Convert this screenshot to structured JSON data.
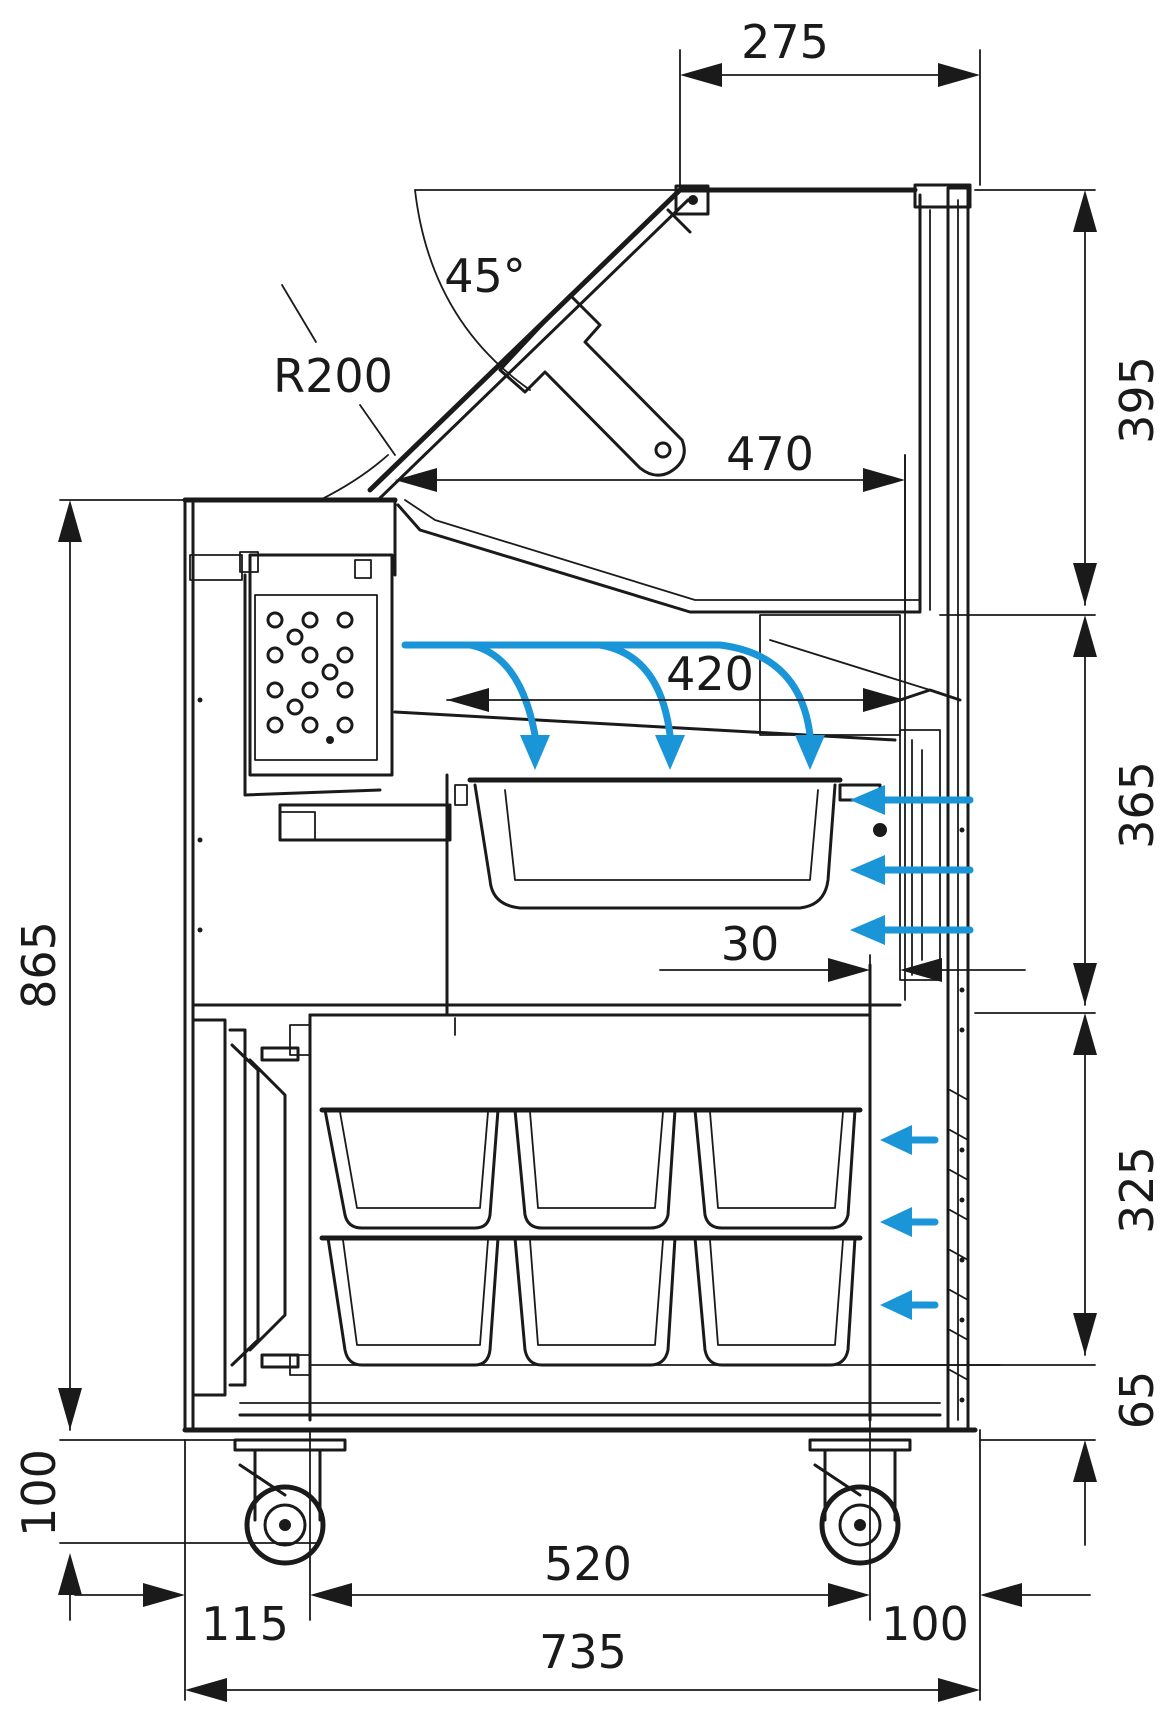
{
  "dimensions": {
    "top_width": "275",
    "glass_angle": "45°",
    "glass_radius": "R200",
    "shelf_depth": "470",
    "pan_zone_depth": "420",
    "air_gap": "30",
    "total_height": "865",
    "upper_height": "395",
    "display_height": "365",
    "storage_height": "325",
    "base_height": "65",
    "leg_height": "100",
    "front_offset": "115",
    "inner_width": "520",
    "rear_offset": "100",
    "total_depth": "735"
  },
  "colors": {
    "line": "#1a1a1a",
    "airflow": "#1a96d8"
  },
  "icons": {
    "airflow_arrows": "airflow-arrow-icon",
    "caster": "caster-wheel-icon"
  }
}
